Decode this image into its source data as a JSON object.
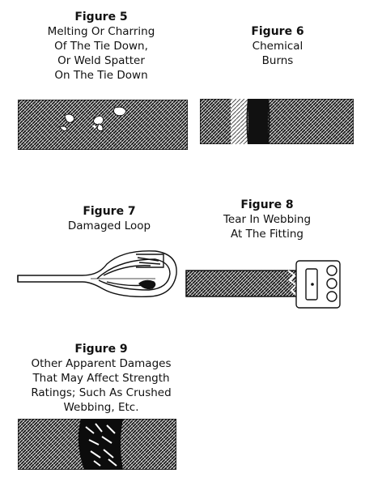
{
  "figures": [
    {
      "title": "Figure 5",
      "caption": "Melting Or Charring\nOf The Tie Down,\nOr Weld Spatter\nOn The Tie Down"
    },
    {
      "title": "Figure 6",
      "caption": "Chemical\nBurns"
    },
    {
      "title": "Figure 7",
      "caption": "Damaged Loop"
    },
    {
      "title": "Figure 8",
      "caption": "Tear In Webbing\nAt The Fitting"
    },
    {
      "title": "Figure 9",
      "caption": "Other Apparent Damages\nThat May Affect Strength\nRatings; Such As Crushed\nWebbing, Etc."
    }
  ],
  "colors": {
    "ink": "#111111",
    "paper": "#ffffff"
  }
}
